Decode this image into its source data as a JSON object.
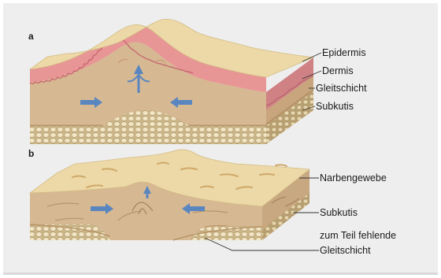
{
  "panel_a": {
    "letter": "a",
    "labels": {
      "epidermis": "Epidermis",
      "dermis": "Dermis",
      "gleitschicht": "Gleitschicht",
      "subkutis": "Subkutis"
    }
  },
  "panel_b": {
    "letter": "b",
    "labels": {
      "narbengewebe": "Narbengewebe",
      "subkutis": "Subkutis",
      "missing_line1": "zum Teil fehlende",
      "missing_line2": "Gleitschicht"
    }
  },
  "colors": {
    "background": "#eeeeee",
    "top_surface": "#ecd9a7",
    "epidermis": "#e89596",
    "dermis": "#d6b892",
    "gleitschicht": "#ceab86",
    "subkutis": "#e3d1a6",
    "arrow": "#5a86c0"
  }
}
